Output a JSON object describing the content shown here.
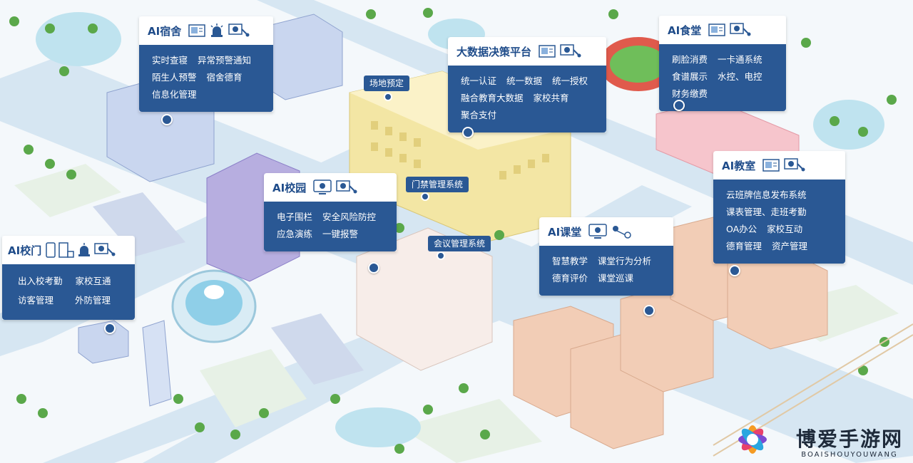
{
  "colors": {
    "panel_body": "#2a5894",
    "panel_title": "#1f4c8a",
    "road": "#d6e6f2",
    "grass": "#e7f1e6",
    "tree": "#5aa84a",
    "water": "#bfe3ef"
  },
  "panels": {
    "dorm": {
      "title": "AI宿舍",
      "icons": [
        "screen-icon",
        "alarm-light-icon",
        "camera-icon"
      ],
      "rows": [
        [
          "实时查寝",
          "异常预警通知"
        ],
        [
          "陌生人预警",
          "宿舍德育"
        ],
        [
          "信息化管理"
        ]
      ]
    },
    "bigdata": {
      "title": "大数据决策平台",
      "icons": [
        "screen-icon",
        "camera-icon"
      ],
      "rows": [
        [
          "统一认证",
          "统一数据",
          "统一授权"
        ],
        [
          "融合教育大数据",
          "家校共育"
        ],
        [
          "聚合支付"
        ]
      ]
    },
    "canteen": {
      "title": "AI食堂",
      "icons": [
        "screen-icon",
        "camera-icon"
      ],
      "rows": [
        [
          "刷脸消费",
          "一卡通系统"
        ],
        [
          "食谱展示",
          "水控、电控"
        ],
        [
          "财务缴费"
        ]
      ]
    },
    "campus": {
      "title": "AI校园",
      "icons": [
        "monitor-icon",
        "camera-icon"
      ],
      "rows": [
        [
          "电子围栏",
          "安全风险防控"
        ],
        [
          "应急演练",
          "一键报警"
        ]
      ]
    },
    "classroom": {
      "title": "AI教室",
      "icons": [
        "screen-icon",
        "camera-icon"
      ],
      "rows": [
        [
          "云班牌信息发布系统"
        ],
        [
          "课表管理、走班考勤"
        ],
        [
          "OA办公",
          "家校互动"
        ],
        [
          "德育管理",
          "资产管理"
        ]
      ]
    },
    "lesson": {
      "title": "AI课堂",
      "icons": [
        "monitor-icon",
        "sensor-icon"
      ],
      "rows": [
        [
          "智慧教学",
          "课堂行为分析"
        ],
        [
          "德育评价",
          "课堂巡课"
        ]
      ]
    },
    "gate": {
      "title": "AI校门",
      "icons": [
        "phone-icon",
        "kiosk-icon",
        "alarm-light-icon",
        "camera-icon"
      ],
      "rows": [
        [
          "出入校考勤",
          "家校互通"
        ],
        [
          "访客管理",
          "外防管理"
        ]
      ]
    }
  },
  "tags": {
    "venue": "场地预定",
    "access": "门禁管理系统",
    "meeting": "会议管理系统"
  },
  "brand": {
    "cn": "博爱手游网",
    "en": "BOAISHOUYOUWANG"
  }
}
